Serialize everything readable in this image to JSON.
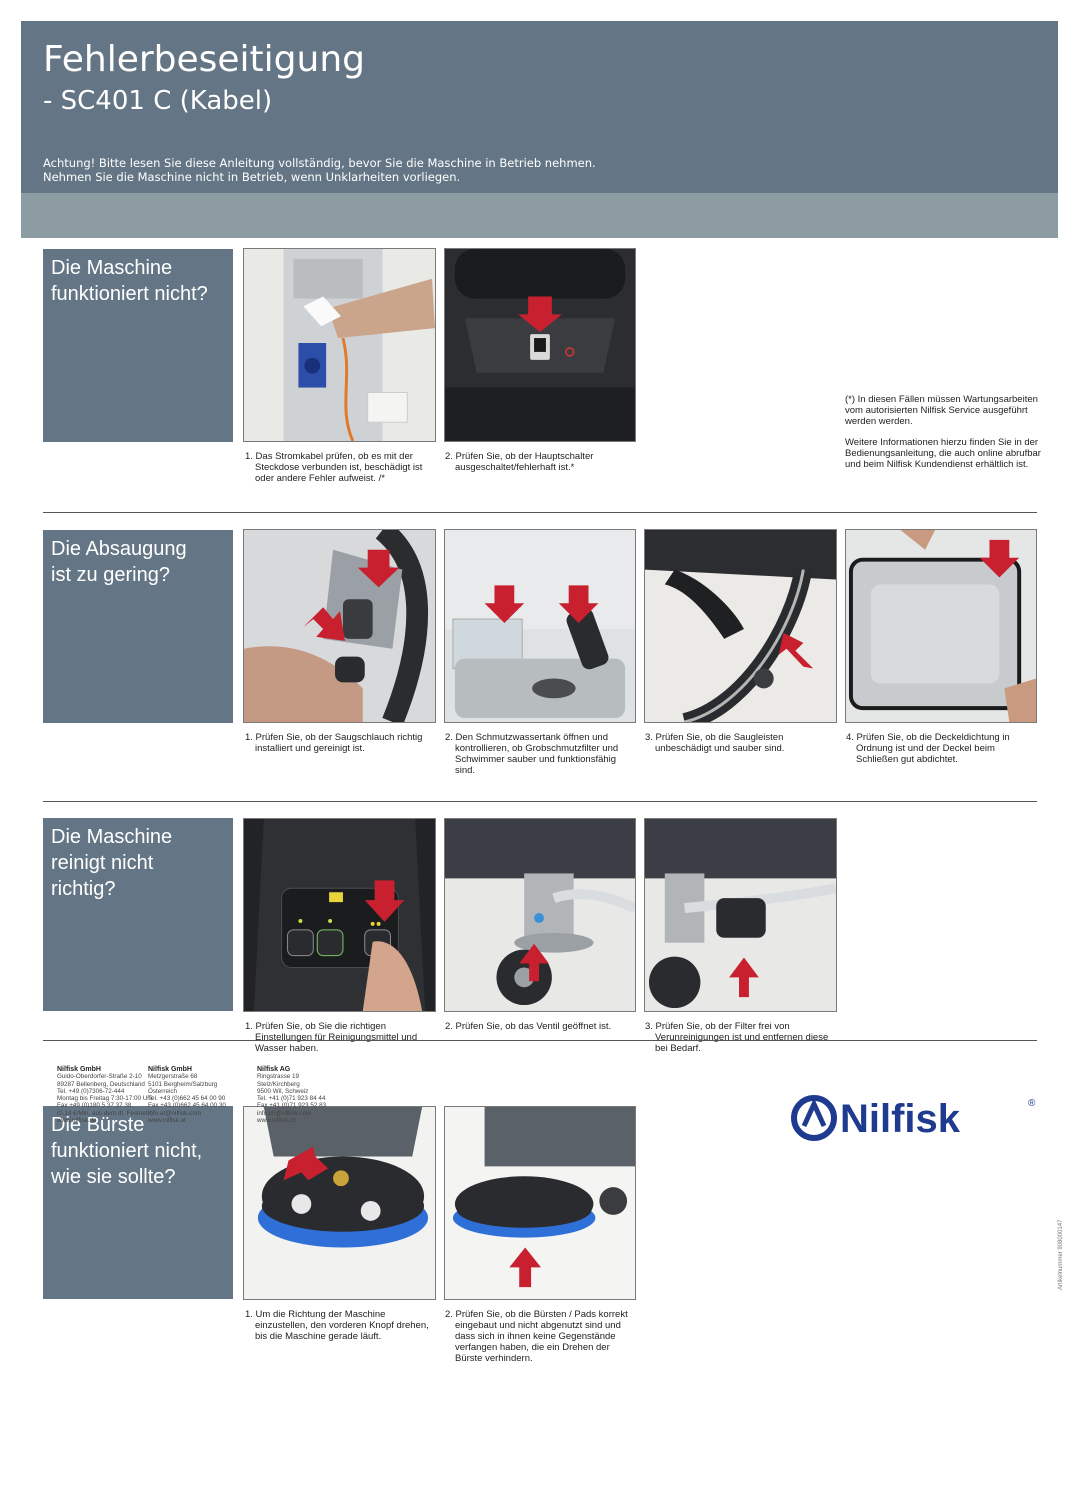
{
  "header": {
    "title": "Fehlerbeseitigung",
    "subtitle": "- SC401 C (Kabel)",
    "warning": [
      "Achtung! Bitte lesen Sie diese Anleitung vollständig, bevor Sie die Maschine in Betrieb nehmen.",
      "Nehmen Sie die Maschine nicht in Betrieb, wenn Unklarheiten vorliegen."
    ]
  },
  "sections": [
    {
      "question": [
        "Die Maschine",
        "funktioniert nicht?"
      ],
      "steps": [
        "1. Das Stromkabel prüfen, ob es mit der Steckdose verbunden ist, beschädigt ist oder andere Fehler aufweist. /*",
        "2. Prüfen Sie, ob der Hauptschalter ausgeschaltet/fehlerhaft ist.*"
      ]
    },
    {
      "question": [
        "Die Absaugung",
        "ist zu gering?"
      ],
      "steps": [
        "1. Prüfen Sie, ob der Saugschlauch richtig installiert und gereinigt ist.",
        "2. Den Schmutzwassertank öffnen und kontrollieren, ob Grobschmutzfilter und Schwimmer sauber und funktionsfähig sind.",
        "3. Prüfen Sie, ob die Saugleisten unbeschädigt und sauber sind.",
        "4. Prüfen Sie, ob die Deckeldichtung in Ordnung ist und der Deckel beim Schließen gut abdichtet."
      ]
    },
    {
      "question": [
        "Die Maschine",
        "reinigt nicht",
        "richtig?"
      ],
      "steps": [
        "1. Prüfen Sie, ob Sie die richtigen Einstellungen für Reinigungsmittel und Wasser haben.",
        "2. Prüfen Sie, ob das Ventil geöffnet ist.",
        "3. Prüfen Sie, ob der Filter frei von Verunreinigungen ist und entfernen diese bei Bedarf."
      ]
    },
    {
      "question": [
        "Die Bürste",
        "funktioniert nicht,",
        "wie sie sollte?"
      ],
      "steps": [
        "1. Um die Richtung der Maschine einzustellen, den vorderen Knopf drehen, bis die Maschine gerade läuft.",
        "2. Prüfen Sie, ob die Bürsten / Pads korrekt eingebaut und nicht abgenutzt sind und dass sich in ihnen keine Gegenstände verfangen haben, die ein Drehen der Bürste verhindern."
      ]
    }
  ],
  "notes": [
    "(*) In diesen Fällen müssen Wartungsarbeiten vom autorisierten Nilfisk Service ausgeführt werden werden.",
    "Weitere Informationen hierzu finden Sie in der Bedienungsanleitung, die auch online abrufbar und beim Nilfisk Kundendienst erhältlich ist."
  ],
  "article_number": "Artikelnummer 908000147",
  "addresses": [
    {
      "name": "Nilfisk GmbH",
      "lines": [
        "Guido-Oberdorfer-Straße 2-10",
        "89287 Bellenberg, Deutschland",
        "Tel. +49 (0)7306-72-444",
        "Montag bis Freitag 7:30-17:00 Uhr",
        "Fax +49 (0)180 5 37 37 38",
        "(0,14 €/Min. aus dem dt. Festnetz)",
        "www.nilfisk.de"
      ]
    },
    {
      "name": "Nilfisk GmbH",
      "lines": [
        "Metzgerstraße 68",
        "5101 Bergheim/Salzburg",
        "Österreich",
        "Tel. +43 (0)662 45 64 00 90",
        "Fax +43 (0)662 45 64 00 30",
        "info.at@nilfisk.com",
        "www.nilfisk.at"
      ]
    },
    {
      "name": "Nilfisk AG",
      "lines": [
        "Ringstrasse 19",
        "Stelz/Kirchberg",
        "9500 Wil, Schweiz",
        "Tel. +41 (0)71 923 84 44",
        "Fax +41 (0)71 923 52 83",
        "info.ch@nilfisk.com",
        "www.nilfisk.ch"
      ]
    }
  ],
  "logo": {
    "text": "Nilfisk",
    "mark": "®"
  },
  "colors": {
    "header": "#647685",
    "band": "#8d9ba3",
    "question_box": "#647685",
    "arrow": "#c8202f"
  }
}
